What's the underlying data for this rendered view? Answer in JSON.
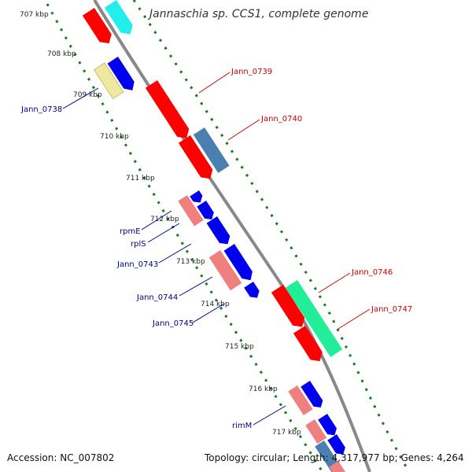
{
  "title": "Jannaschia sp. CCS1, complete genome",
  "footer": {
    "accession": "Accession: NC_007802",
    "topology": "Topology: circular; Length: 4,317,977 bp; Genes: 4,264"
  },
  "ticks": [
    "707 kbp",
    "708 kbp",
    "709 kbp",
    "710 kbp",
    "711 kbp",
    "712 kbp",
    "713 kbp",
    "714 kbp",
    "715 kbp",
    "716 kbp",
    "717 kbp"
  ],
  "labels_red": [
    "Jann_0739",
    "Jann_0740",
    "Jann_0746",
    "Jann_0747"
  ],
  "labels_blue": [
    "Jann_0738",
    "rpmE",
    "rplS",
    "Jann_0743",
    "Jann_0744",
    "Jann_0745",
    "rimM"
  ],
  "colors": {
    "backbone": "#888888",
    "tick_dots": "#1a7a1a",
    "red": "#ff0000",
    "blue": "#0000ee",
    "pink": "#f08080",
    "steel": "#4a7fb0",
    "green": "#22ee99",
    "yellow": "#eee8a0",
    "cyan": "#22eeee"
  }
}
